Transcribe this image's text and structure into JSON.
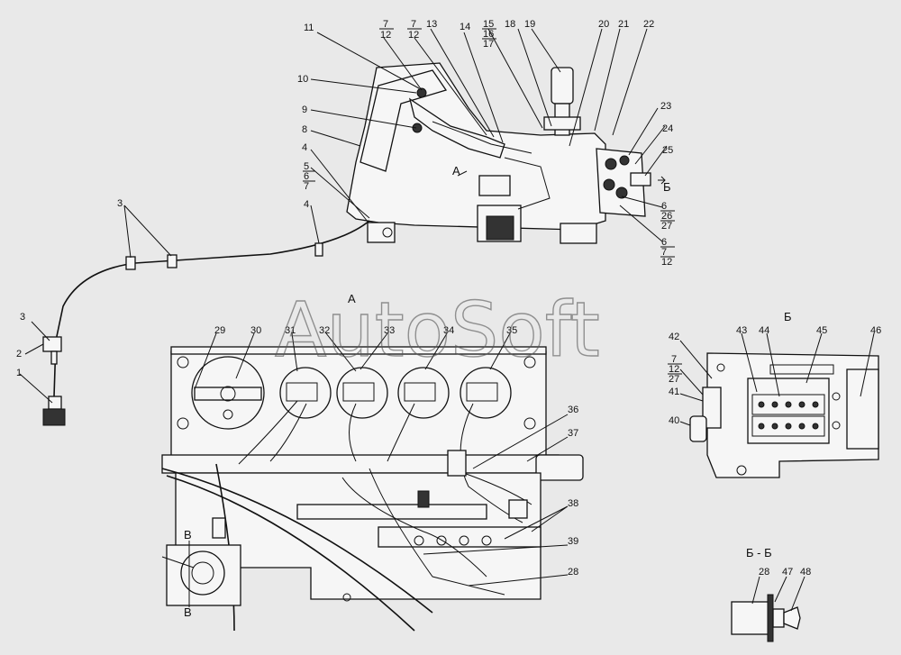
{
  "watermark": "AutoSoft",
  "view_labels": {
    "a": "А",
    "b": "Б",
    "bb": "Б - Б",
    "section_mark_b": "Б",
    "v_top": "В",
    "v_bottom": "В",
    "a_arrow": "А"
  },
  "callouts": {
    "top": [
      "11",
      "7",
      "12",
      "7",
      "12",
      "13",
      "14",
      "15",
      "16",
      "17",
      "18",
      "19",
      "20",
      "21",
      "22"
    ],
    "left": [
      "10",
      "9",
      "8",
      "4",
      "5",
      "6",
      "7",
      "4",
      "3",
      "3",
      "2",
      "1"
    ],
    "right": [
      "23",
      "24",
      "25",
      "6",
      "26",
      "27",
      "6",
      "7",
      "12"
    ],
    "view_a": [
      "29",
      "30",
      "31",
      "32",
      "33",
      "34",
      "35",
      "36",
      "37",
      "38",
      "39",
      "28"
    ],
    "view_b": [
      "43",
      "44",
      "45",
      "46",
      "42",
      "7",
      "12",
      "27",
      "41",
      "40"
    ],
    "section_bb": [
      "28",
      "47",
      "48"
    ]
  }
}
